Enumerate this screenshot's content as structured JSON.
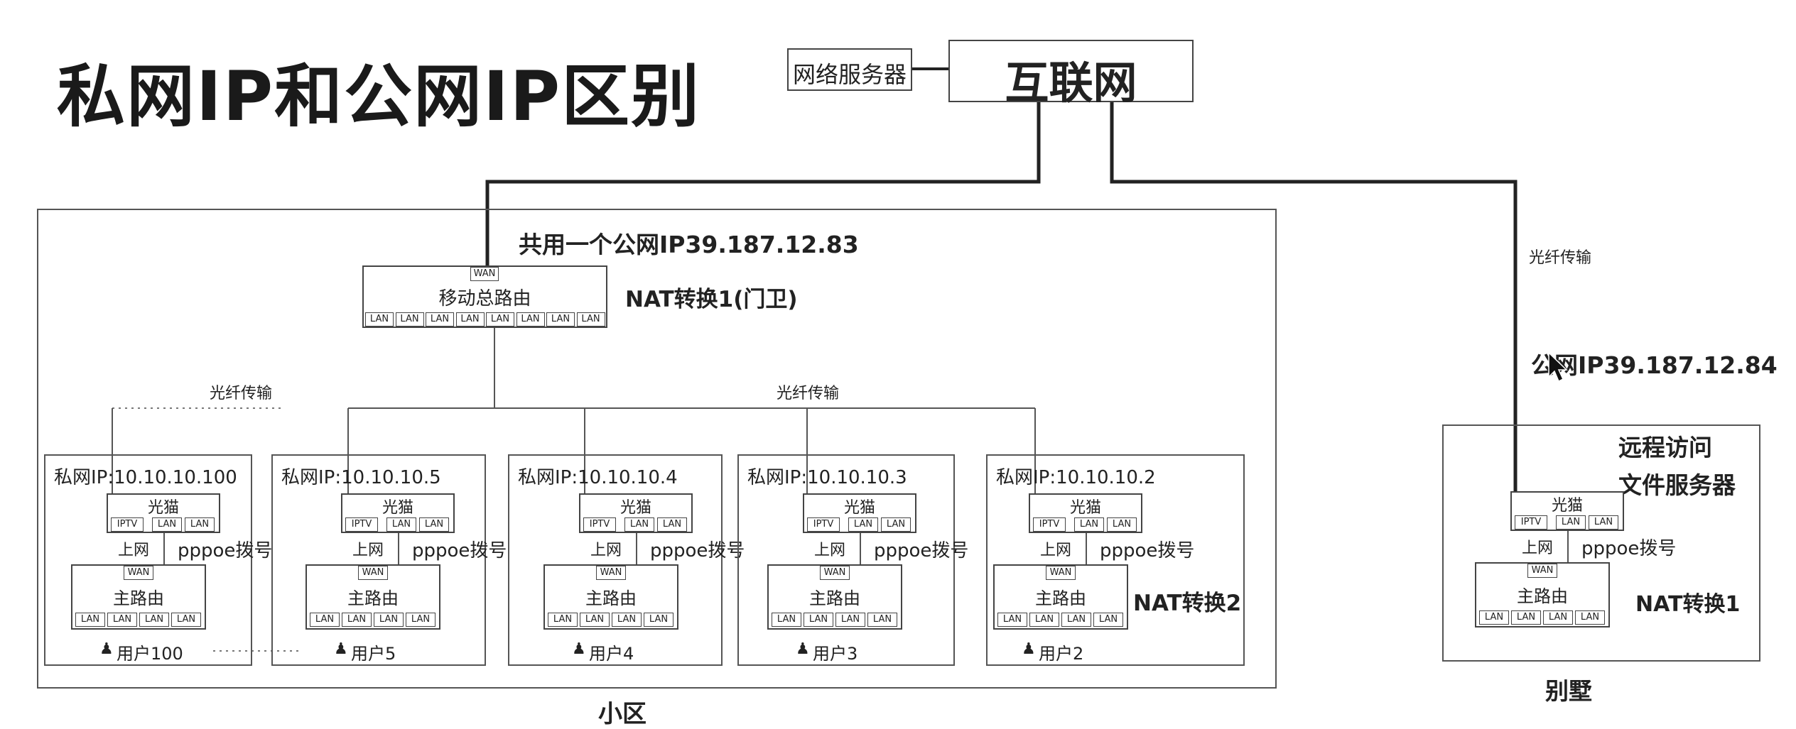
{
  "title": "私网IP和公网IP区别",
  "internet": {
    "label": "互联网",
    "server": "网络服务器"
  },
  "community": {
    "label": "小区",
    "shared_ip": "共用一个公网IP39.187.12.83",
    "router": {
      "wan": "WAN",
      "name": "移动总路由",
      "lans": [
        "LAN",
        "LAN",
        "LAN",
        "LAN",
        "LAN",
        "LAN",
        "LAN",
        "LAN"
      ]
    },
    "nat": "NAT转换1(门卫)",
    "fiber_left": "光纤传输",
    "fiber_right": "光纤传输",
    "nat2": "NAT转换2",
    "units": [
      {
        "ip": "私网IP:10.10.10.100",
        "user": "用户100"
      },
      {
        "ip": "私网IP:10.10.10.5",
        "user": "用户5"
      },
      {
        "ip": "私网IP:10.10.10.4",
        "user": "用户4"
      },
      {
        "ip": "私网IP:10.10.10.3",
        "user": "用户3"
      },
      {
        "ip": "私网IP:10.10.10.2",
        "user": "用户2"
      }
    ]
  },
  "villa": {
    "label": "别墅",
    "fiber": "光纤传输",
    "public_ip": "公网IP39.187.12.84",
    "remote_line1": "远程访问",
    "remote_line2": "文件服务器",
    "nat": "NAT转换1"
  },
  "device": {
    "modem": "光猫",
    "iptv": "IPTV",
    "lan": "LAN",
    "wan": "WAN",
    "online": "上网",
    "pppoe": "pppoe拨号",
    "router": "主路由"
  },
  "user_icon": "user-icon"
}
